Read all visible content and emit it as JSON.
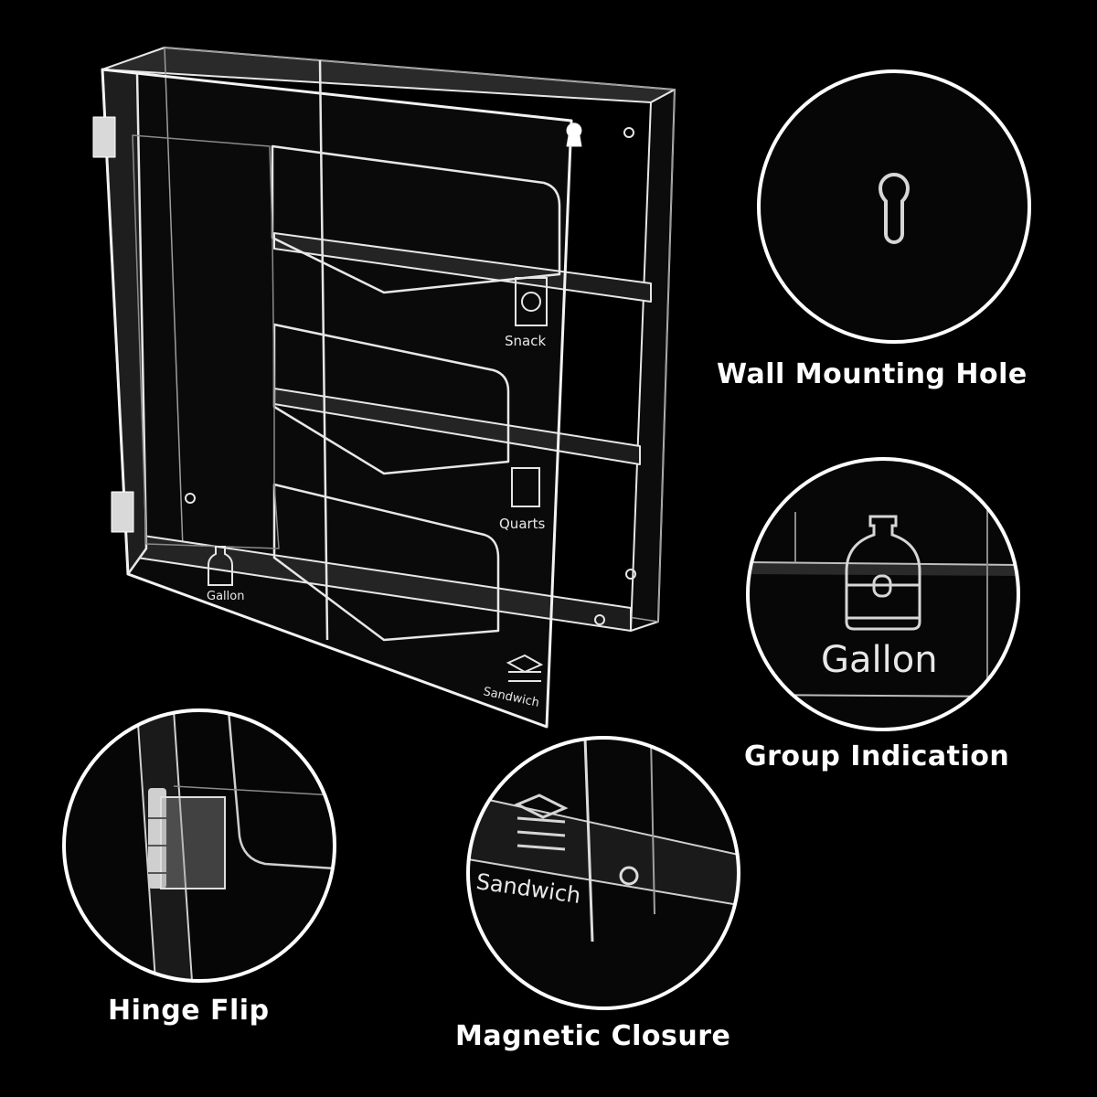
{
  "product": {
    "compartment_labels": [
      "Snack",
      "Quarts",
      "Gallon",
      "Sandwich"
    ]
  },
  "callouts": [
    {
      "caption": "Wall Mounting Hole",
      "icon": "keyhole-icon"
    },
    {
      "caption": "Group Indication",
      "icon": "gallon-jug-icon",
      "etched_label": "Gallon"
    },
    {
      "caption": "Hinge Flip",
      "icon": "hinge-icon"
    },
    {
      "caption": "Magnetic Closure",
      "icon": "sandwich-icon",
      "etched_label": "Sandwich"
    }
  ],
  "colors": {
    "background": "#000000",
    "caption": "#ffffff",
    "acrylic_edge": "#e6e6e6"
  }
}
